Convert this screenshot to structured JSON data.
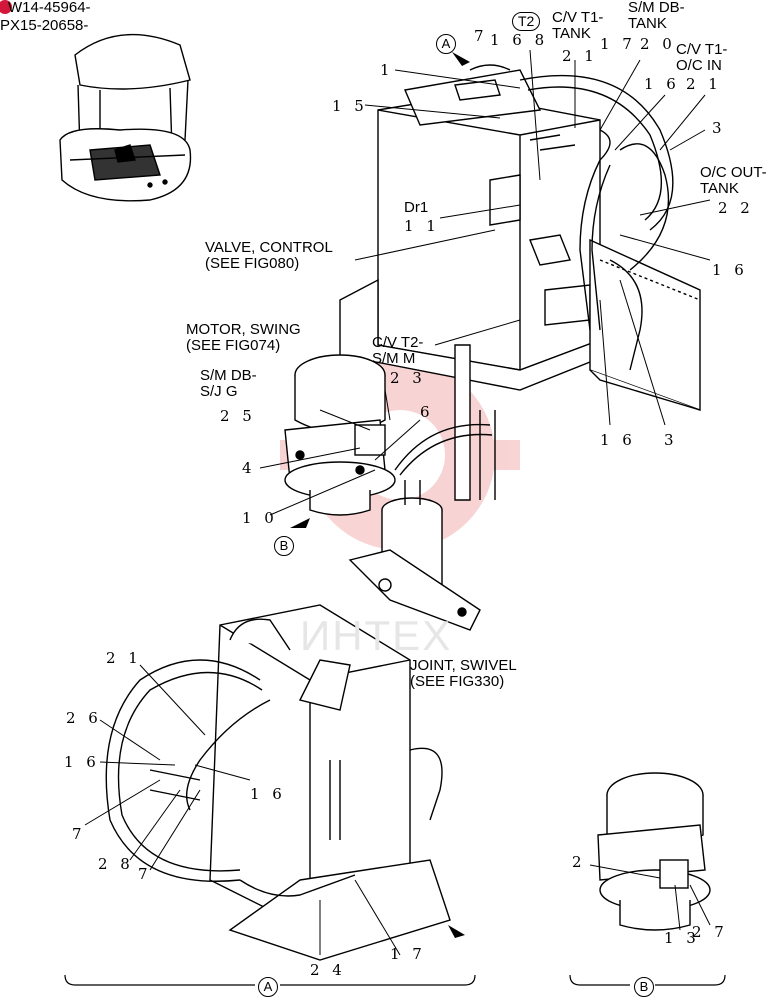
{
  "header": {
    "serial_line_1": "W14-45964-",
    "serial_line_2": "PX15-20658-"
  },
  "watermark": "ИНТЕХ",
  "view_tags": {
    "a": "A",
    "b": "B"
  },
  "t2_tag": "T2",
  "callouts": {
    "cv_t1_tank": "C/V T1-\nTANK",
    "sm_db_tank": "S/M DB-\nTANK",
    "cv_t1_oc_in": "C/V T1-\nO/C IN",
    "oc_out_tank": "O/C OUT-\nTANK",
    "dr1": "Dr1",
    "valve_control": "VALVE, CONTROL\n(SEE FIG080)",
    "motor_swing": "MOTOR, SWING\n(SEE FIG074)",
    "cv_t2_sm_m": "C/V T2-\nS/M M",
    "sm_db_sj_g": "S/M DB-\nS/J G",
    "joint_swivel": "JOINT, SWIVEL\n(SEE FIG330)"
  },
  "part_numbers": {
    "p71": "7",
    "p168": "1 6 8",
    "p21_top": "2 1",
    "p17_top": "1 7",
    "p20": "2 0",
    "p1": "1",
    "p15": "1 5",
    "p16_top": "1 6",
    "p21_right": "2 1",
    "p3_top": "3",
    "p22": "2 2",
    "p11": "1 1",
    "p16_right": "1 6",
    "p23": "2 3",
    "p25": "2 5",
    "p6": "6",
    "p4": "4",
    "p10": "1 0",
    "p16_mid": "1 6",
    "p3_mid": "3",
    "a21": "2 1",
    "a26": "2 6",
    "a16_left": "1 6",
    "a16_mid": "1 6",
    "a7_left": "7",
    "a28": "2 8",
    "a7_bottom": "7",
    "a24": "2 4",
    "a17": "1 7",
    "b2": "2",
    "b13": "1 3",
    "b27": "2 7"
  }
}
